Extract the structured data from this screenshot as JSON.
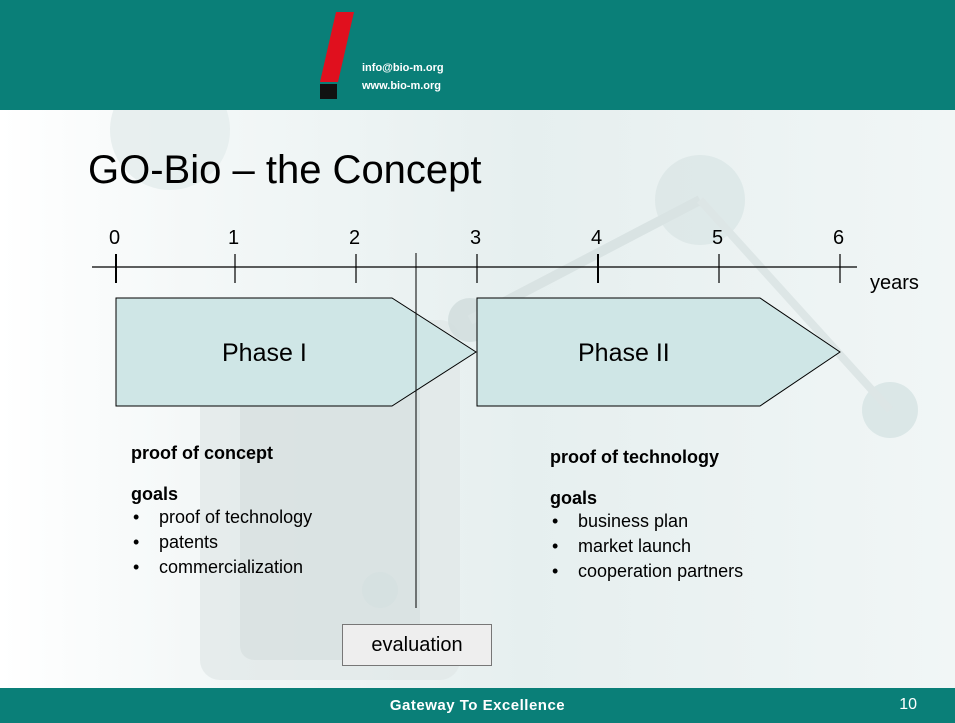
{
  "header": {
    "email": "info@bio-m.org",
    "website": "www.bio-m.org"
  },
  "title": "GO-Bio – the Concept",
  "timeline": {
    "ticks": [
      "0",
      "1",
      "2",
      "3",
      "4",
      "5",
      "6"
    ],
    "unit": "years"
  },
  "phases": [
    {
      "label": "Phase I",
      "heading": "proof of concept",
      "goals_label": "goals",
      "goals": [
        "proof of technology",
        "patents",
        "commercialization"
      ]
    },
    {
      "label": "Phase II",
      "heading": "proof of technology",
      "goals_label": "goals",
      "goals": [
        "business plan",
        "market launch",
        "cooperation partners"
      ]
    }
  ],
  "evaluation_label": "evaluation",
  "footer": {
    "slogan": "Gateway To Excellence",
    "page_number": "10"
  },
  "colors": {
    "header_teal": "#0a7f78",
    "arrow_fill": "#cfe6e6",
    "logo_red": "#e0101e"
  }
}
